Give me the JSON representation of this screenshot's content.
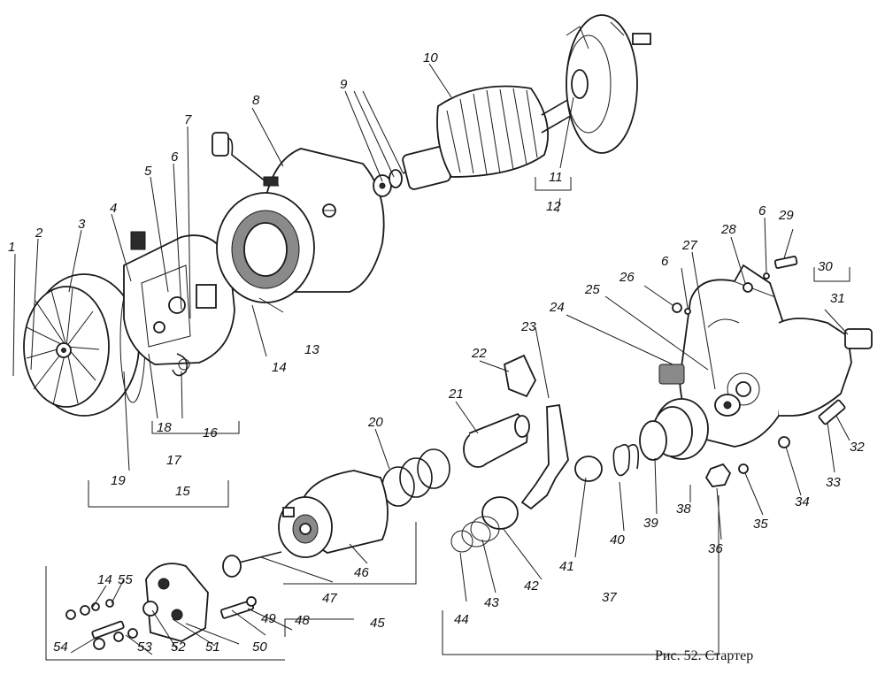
{
  "caption": "Рис. 52. Стартер",
  "labels": [
    "1",
    "2",
    "3",
    "4",
    "5",
    "6",
    "7",
    "8",
    "9",
    "10",
    "11",
    "12",
    "13",
    "14",
    "15",
    "16",
    "17",
    "18",
    "19",
    "20",
    "21",
    "22",
    "23",
    "24",
    "25",
    "26",
    "6",
    "27",
    "28",
    "6",
    "29",
    "30",
    "31",
    "32",
    "33",
    "34",
    "35",
    "36",
    "37",
    "38",
    "39",
    "40",
    "41",
    "42",
    "43",
    "44",
    "45",
    "46",
    "47",
    "48",
    "49",
    "50",
    "51",
    "52",
    "53",
    "54",
    "14",
    "55"
  ],
  "colors": {
    "ink": "#1a1a1a",
    "paper": "#ffffff"
  }
}
